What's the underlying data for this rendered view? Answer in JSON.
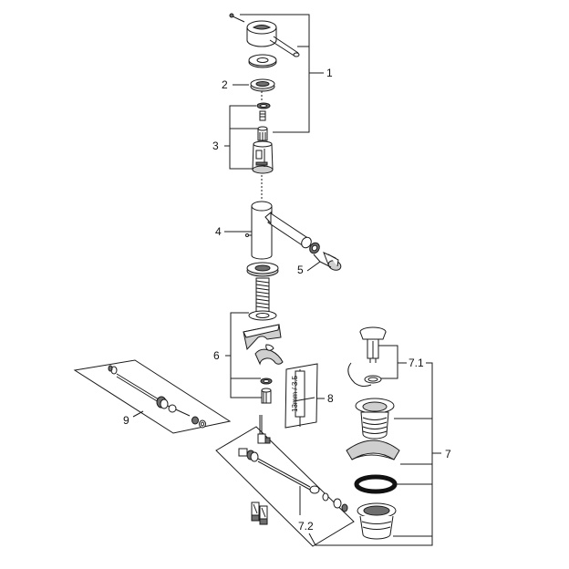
{
  "diagram": {
    "callouts": {
      "c1": "1",
      "c2": "2",
      "c3": "3",
      "c4": "4",
      "c5": "5",
      "c6": "6",
      "c7": "7",
      "c71": "7.1",
      "c72": "7.2",
      "c8": "8",
      "c9": "9"
    },
    "tool_label": "13mm / 3.5"
  }
}
